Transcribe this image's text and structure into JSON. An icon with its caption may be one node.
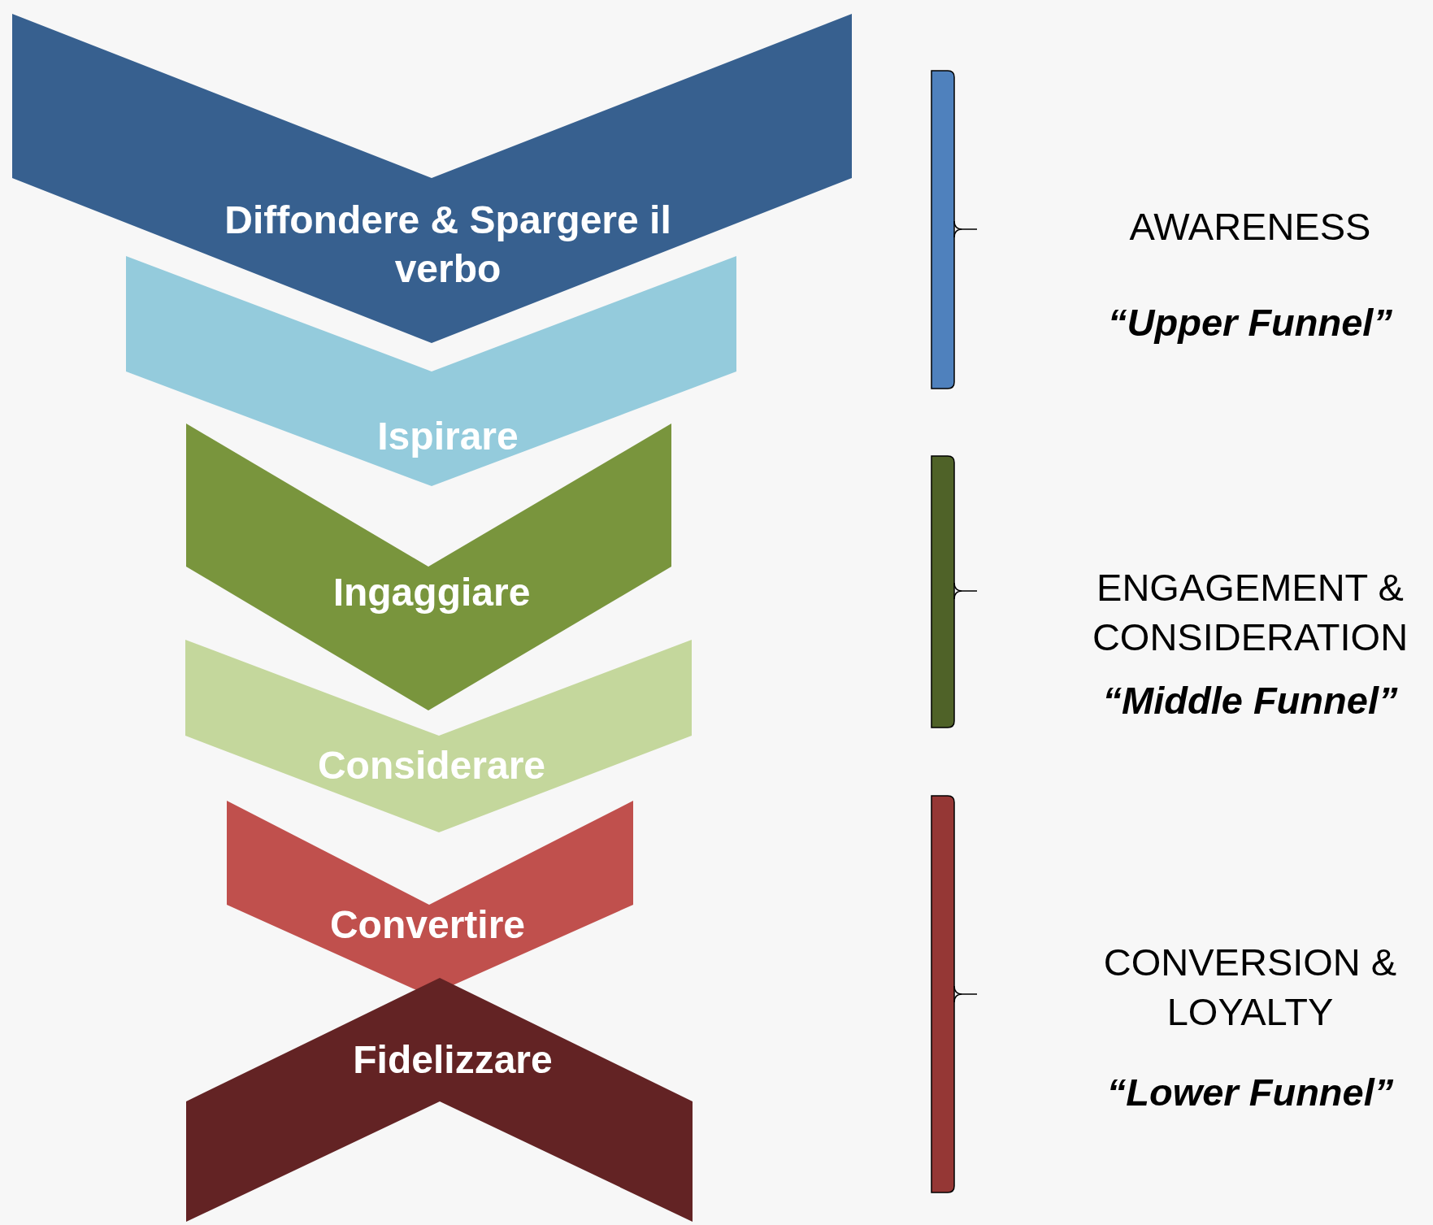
{
  "diagram": {
    "nodes": [
      {
        "text": [
          "Diffondere & Spargere il verbo"
        ]
      },
      {
        "text": [
          "Ispirare"
        ]
      },
      {
        "text": [
          "Ingaggiare"
        ]
      },
      {
        "text": [
          "Considerare"
        ]
      },
      {
        "text": [
          "Convertire"
        ]
      },
      {
        "text": [
          "Fidelizzare"
        ]
      }
    ],
    "labels": [
      "AWARENESS",
      "“Upper Funnel”",
      "ENGAGEMENT & CONSIDERATION",
      "“Middle Funnel”",
      "CONVERSION & LOYALTY",
      "“Lower Funnel”"
    ]
  }
}
